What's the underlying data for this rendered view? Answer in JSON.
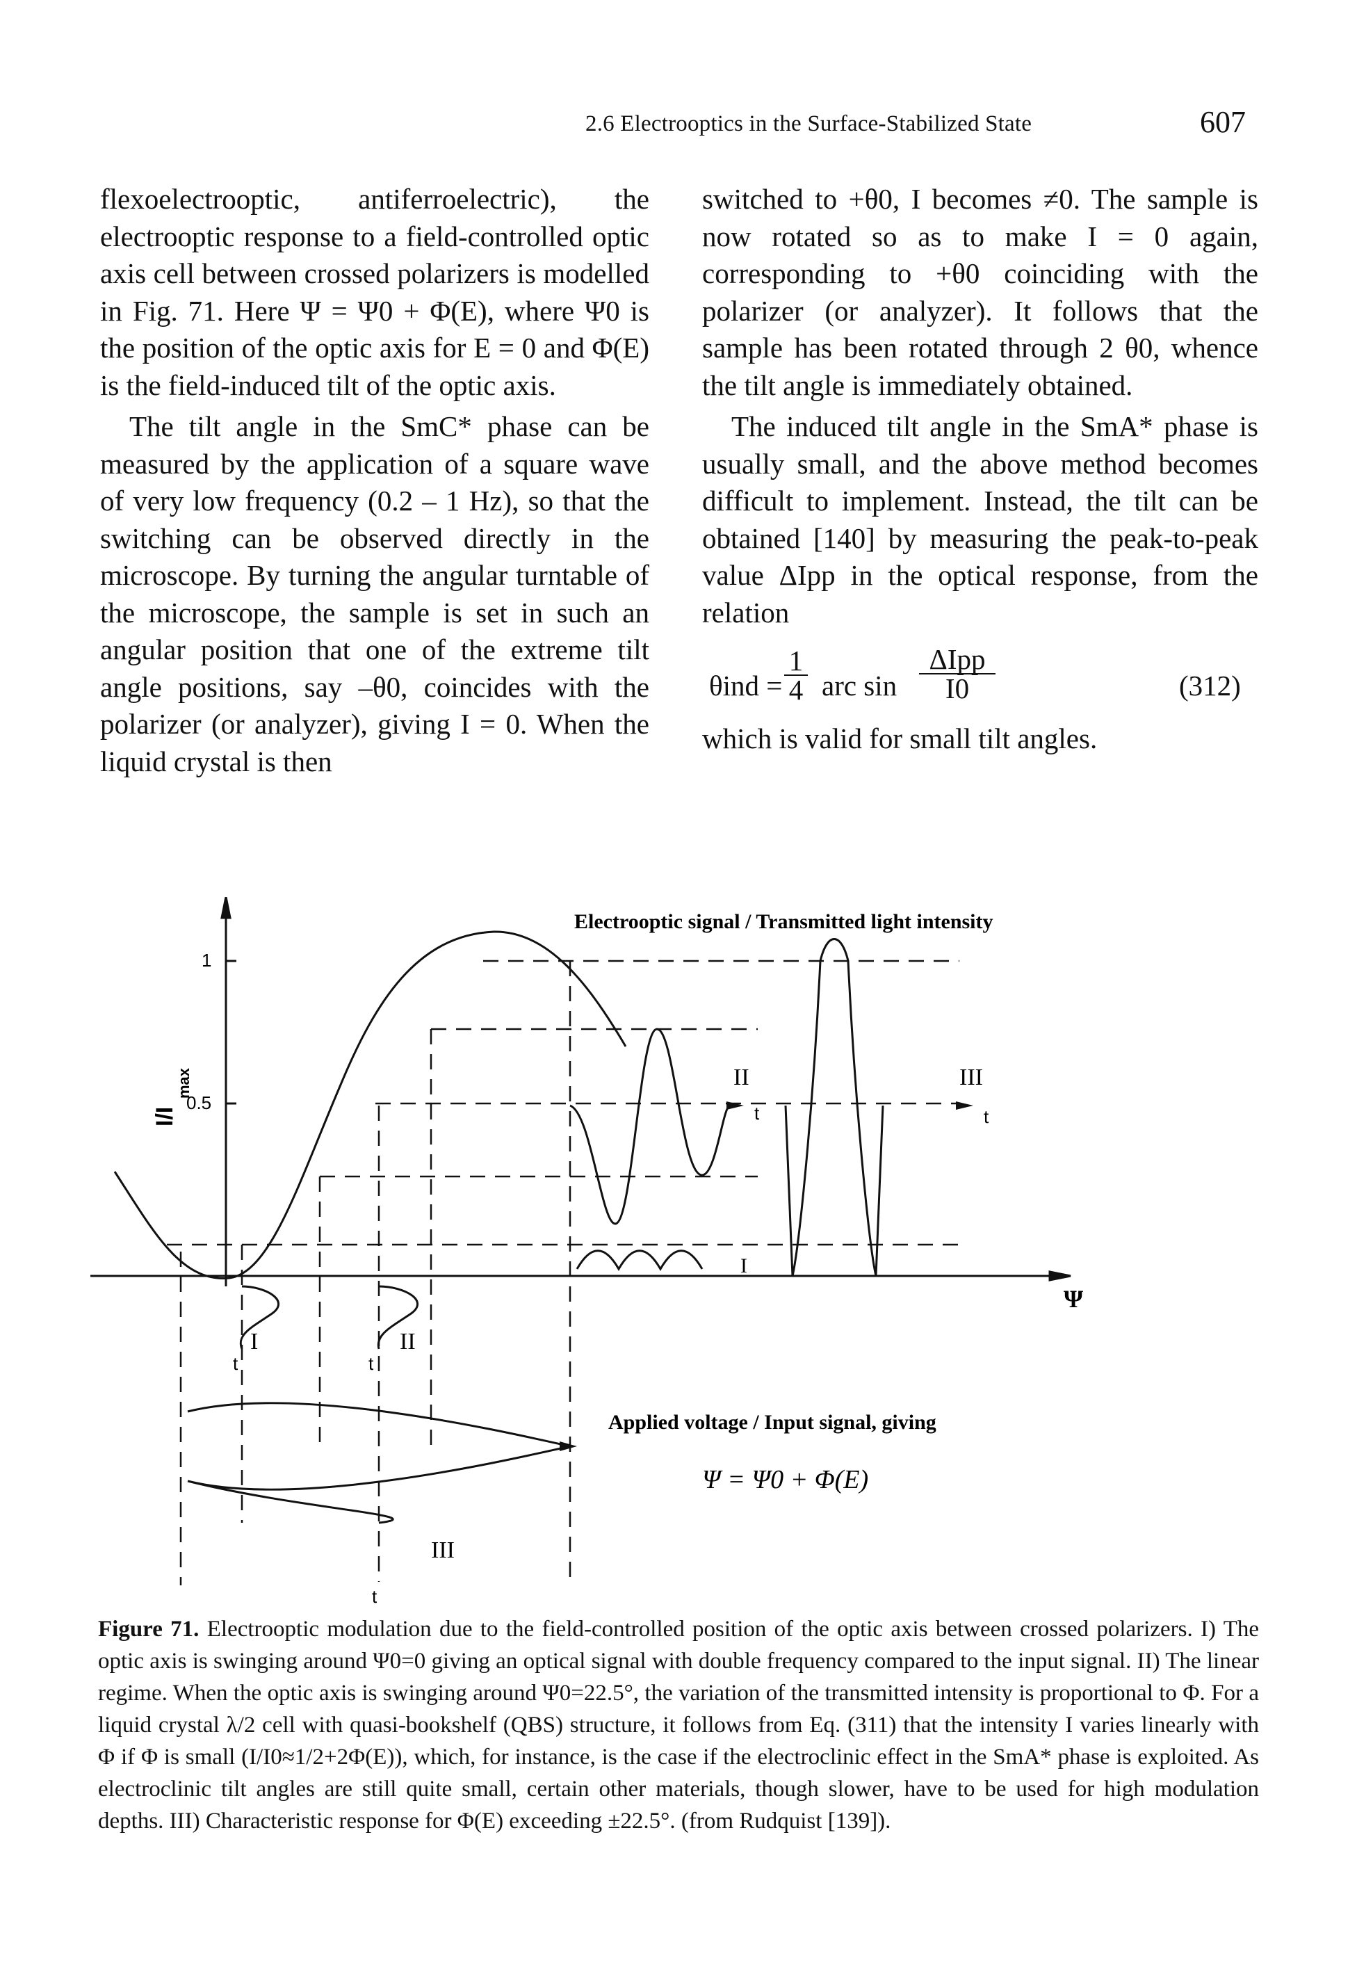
{
  "header": {
    "running_head": "2.6 Electrooptics in the Surface-Stabilized State",
    "page_number": "607"
  },
  "left_column": {
    "p1": "flexoelectrooptic, antiferroelectric), the electrooptic response to a field-controlled optic axis cell between crossed polarizers is modelled in Fig. 71. Here Ψ = Ψ0 + Φ(E), where Ψ0 is the position of the optic axis for E = 0 and Φ(E) is the field-induced tilt of the optic axis.",
    "p2": "The tilt angle in the SmC* phase can be measured by the application of a square wave of very low frequency (0.2 – 1 Hz), so that the switching can be observed directly in the microscope. By turning the angular turntable of the microscope, the sample is set in such an angular position that one of the extreme tilt angle positions, say –θ0, coincides with the polarizer (or analyzer), giving I = 0. When the liquid crystal is then"
  },
  "right_column": {
    "p1": "switched to +θ0, I becomes ≠0. The sample is now rotated so as to make I = 0 again, corresponding to +θ0 coinciding with the polarizer (or analyzer). It follows that the sample has been rotated through 2 θ0, whence the tilt angle is immediately obtained.",
    "p2": "The induced tilt angle in the SmA* phase is usually small, and the above method becomes difficult to implement. Instead, the tilt can be obtained [140] by measuring the peak-to-peak value ΔIpp in the optical response, from the relation",
    "p3": "which is valid for small tilt angles."
  },
  "equation": {
    "lhs": "θind =",
    "frac1_num": "1",
    "frac1_den": "4",
    "arcsin": "arc sin",
    "frac2_num": "ΔIpp",
    "frac2_den": "I0",
    "number": "(312)"
  },
  "figure": {
    "top_label": "Electrooptic signal / Transmitted light intensity",
    "y_axis_label": "I/I",
    "y_axis_sub": "max",
    "y_tick_1": "1",
    "y_tick_05": "0.5",
    "x_axis_symbol": "Ψ",
    "label_I": "I",
    "label_II": "II",
    "label_III": "III",
    "time_label": "t",
    "applied_voltage_label": "Applied voltage / Input signal, giving",
    "formula": "Ψ = Ψ0 + Φ(E)"
  },
  "caption": {
    "label": "Figure 71.",
    "text": "Electrooptic modulation due to the field-controlled position of the optic axis between crossed polarizers. I) The optic axis is swinging around Ψ0=0 giving an optical signal with double frequency compared to the input signal. II) The linear regime. When the optic axis is swinging around Ψ0=22.5°, the variation of the transmitted intensity is proportional to Φ. For a liquid crystal λ/2 cell with quasi-bookshelf (QBS) structure, it follows from Eq. (311) that the intensity I varies linearly with Φ if Φ is small (I/I0≈1/2+2Φ(E)), which, for instance, is the case if the electroclinic effect in the SmA* phase is exploited. As electroclinic tilt angles are still quite small, certain other materials, though slower, have to be used for high modulation depths. III) Characteristic response for Φ(E) exceeding ±22.5°. (from Rudquist [139])."
  }
}
